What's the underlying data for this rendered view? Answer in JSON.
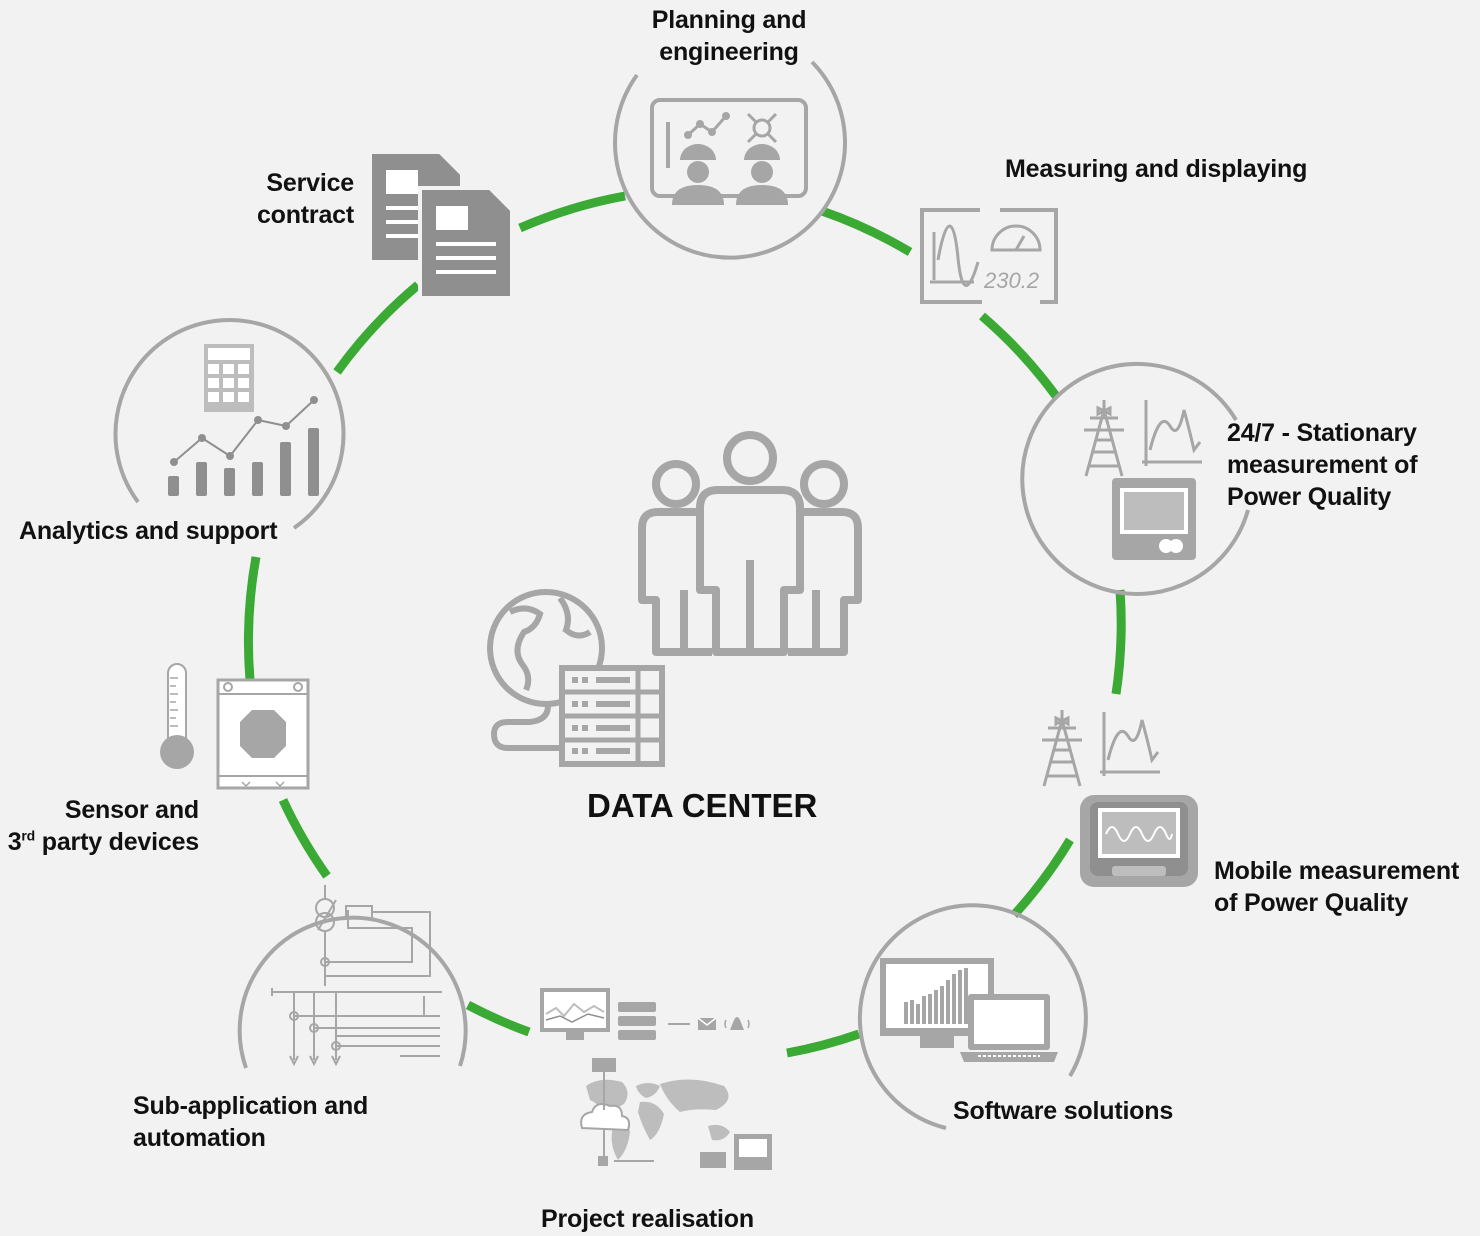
{
  "center": {
    "title": "DATA CENTER",
    "icon": "people-globe-server-icon"
  },
  "cycle": {
    "ring_color": "#3aaa35",
    "icon_color": "#a6a6a6",
    "nodes": [
      {
        "id": "planning",
        "label_lines": [
          "Planning and",
          "engineering"
        ],
        "icon": "engineers-presentation-icon"
      },
      {
        "id": "measuring",
        "label_lines": [
          "Measuring and displaying"
        ],
        "icon": "meter-display-icon",
        "display_value": "230.2"
      },
      {
        "id": "stationary",
        "label_lines": [
          "24/7 - Stationary",
          "measurement of",
          "Power Quality"
        ],
        "icon": "tower-monitor-icon"
      },
      {
        "id": "mobile",
        "label_lines": [
          "Mobile measurement",
          "of Power Quality"
        ],
        "icon": "portable-analyzer-icon"
      },
      {
        "id": "software",
        "label_lines": [
          "Software solutions"
        ],
        "icon": "computer-laptop-icon"
      },
      {
        "id": "project",
        "label_lines": [
          "Project realisation"
        ],
        "icon": "network-world-map-icon"
      },
      {
        "id": "subapp",
        "label_lines": [
          "Sub-application and",
          "automation"
        ],
        "icon": "single-line-diagram-icon"
      },
      {
        "id": "sensor",
        "label_line1": "Sensor and",
        "label_line2_num": "3",
        "label_line2_sup": "rd",
        "label_line2_rest": " party devices",
        "icon": "thermometer-transformer-icon"
      },
      {
        "id": "analytics",
        "label_lines": [
          "Analytics and support"
        ],
        "icon": "calculator-chart-icon"
      },
      {
        "id": "service",
        "label_lines": [
          "Service",
          "contract"
        ],
        "icon": "documents-icon"
      }
    ]
  }
}
